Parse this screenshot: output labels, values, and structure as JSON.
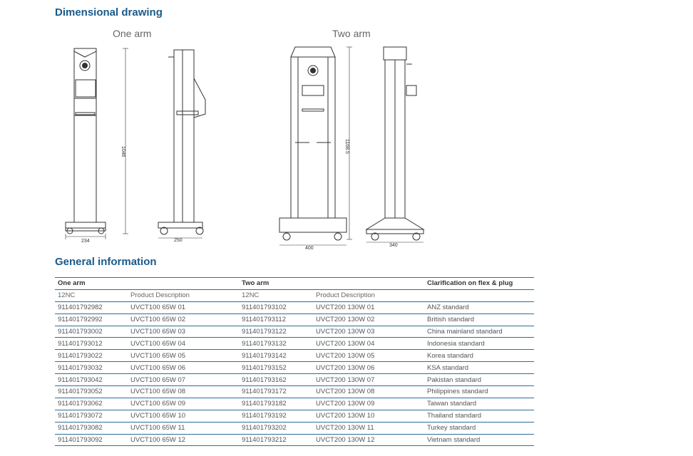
{
  "headings": {
    "dimensional_drawing": "Dimensional drawing",
    "general_information": "General information"
  },
  "drawings": {
    "one_arm_caption": "One arm",
    "two_arm_caption": "Two arm",
    "one_arm_height": "1046",
    "one_arm_width_front": "234",
    "one_arm_width_side": "250",
    "two_arm_height": "1168.5",
    "two_arm_width_front": "400",
    "two_arm_width_side": "340"
  },
  "table": {
    "headers": [
      "One arm",
      "",
      "Two arm",
      "",
      "Clarification on flex & plug"
    ],
    "subheaders": [
      "12NC",
      "Product Description",
      "12NC",
      "Product Description",
      ""
    ],
    "rows": [
      [
        "911401792982",
        "UVCT100 65W 01",
        "911401793102",
        "UVCT200 130W 01",
        "ANZ standard"
      ],
      [
        "911401792992",
        "UVCT100 65W 02",
        "911401793112",
        "UVCT200 130W 02",
        "British standard"
      ],
      [
        "911401793002",
        "UVCT100 65W 03",
        "911401793122",
        "UVCT200 130W 03",
        "China mainland standard"
      ],
      [
        "911401793012",
        "UVCT100 65W 04",
        "911401793132",
        "UVCT200 130W 04",
        "Indonesia standard"
      ],
      [
        "911401793022",
        "UVCT100 65W 05",
        "911401793142",
        "UVCT200 130W 05",
        "Korea standard"
      ],
      [
        "911401793032",
        "UVCT100 65W 06",
        "911401793152",
        "UVCT200 130W 06",
        "KSA standard"
      ],
      [
        "911401793042",
        "UVCT100 65W 07",
        "911401793162",
        "UVCT200 130W 07",
        "Pakistan standard"
      ],
      [
        "911401793052",
        "UVCT100 65W 08",
        "911401793172",
        "UVCT200 130W 08",
        "Philippines standard"
      ],
      [
        "911401793062",
        "UVCT100 65W 09",
        "911401793182",
        "UVCT200 130W 09",
        "Taiwan standard"
      ],
      [
        "911401793072",
        "UVCT100 65W 10",
        "911401793192",
        "UVCT200 130W 10",
        "Thailand standard"
      ],
      [
        "911401793082",
        "UVCT100 65W 11",
        "911401793202",
        "UVCT200 130W 11",
        "Turkey standard"
      ],
      [
        "911401793092",
        "UVCT100 65W 12",
        "911401793212",
        "UVCT200 130W 12",
        "Vietnam standard"
      ]
    ]
  },
  "colors": {
    "heading": "#1a5a8a",
    "rule": "#2a6f99"
  }
}
